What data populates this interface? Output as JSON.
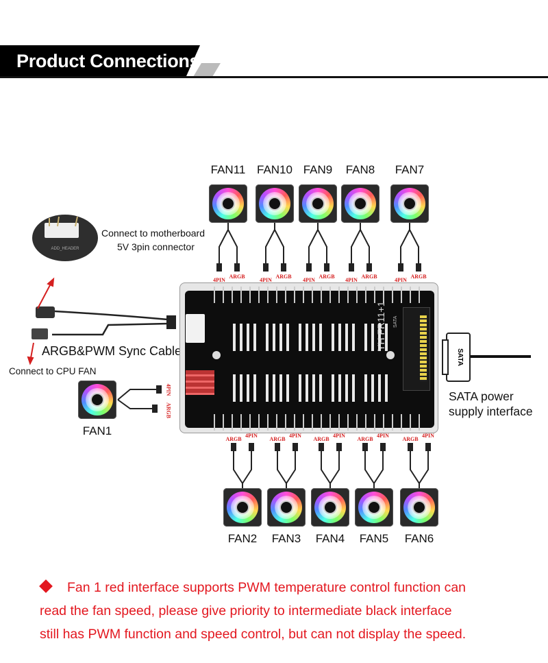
{
  "header": {
    "title": "Product Connections"
  },
  "top_fans": [
    {
      "name": "FAN11",
      "pins": [
        "4PIN",
        "ARGB"
      ]
    },
    {
      "name": "FAN10",
      "pins": [
        "4PIN",
        "ARGB"
      ]
    },
    {
      "name": "FAN9",
      "pins": [
        "4PIN",
        "ARGB"
      ]
    },
    {
      "name": "FAN8",
      "pins": [
        "4PIN",
        "ARGB"
      ]
    },
    {
      "name": "FAN7",
      "pins": [
        "4PIN",
        "ARGB"
      ]
    }
  ],
  "bottom_fans": [
    {
      "name": "FAN2",
      "pins": [
        "ARGB",
        "4PIN"
      ]
    },
    {
      "name": "FAN3",
      "pins": [
        "ARGB",
        "4PIN"
      ]
    },
    {
      "name": "FAN4",
      "pins": [
        "ARGB",
        "4PIN"
      ]
    },
    {
      "name": "FAN5",
      "pins": [
        "ARGB",
        "4PIN"
      ]
    },
    {
      "name": "FAN6",
      "pins": [
        "ARGB",
        "4PIN"
      ]
    }
  ],
  "fan1": {
    "name": "FAN1",
    "pins": [
      "4PIN",
      "ARGB"
    ]
  },
  "motherboard": {
    "line1": "Connect to motherboard",
    "line2": "5V 3pin connector",
    "header_label": "ADD_HEADER"
  },
  "sync_cable": {
    "label": "ARGB&PWM Sync Cable",
    "cpu": "Connect to CPU FAN"
  },
  "sata": {
    "line1": "SATA power",
    "line2": "supply interface",
    "plug_label": "SATA"
  },
  "board": {
    "model": "YH FR11+1",
    "sata_mark": "SATA"
  },
  "notes": {
    "icon": "diamond-bullet-icon",
    "line1": "Fan 1 red interface supports PWM temperature control function can",
    "line2": "read the fan speed, please give priority to intermediate black interface",
    "line3": "still has PWM function and speed control, but can not display the speed."
  },
  "colors": {
    "note_red": "#e3171f",
    "label_red": "#d52020",
    "board": "#0d0d0d"
  }
}
